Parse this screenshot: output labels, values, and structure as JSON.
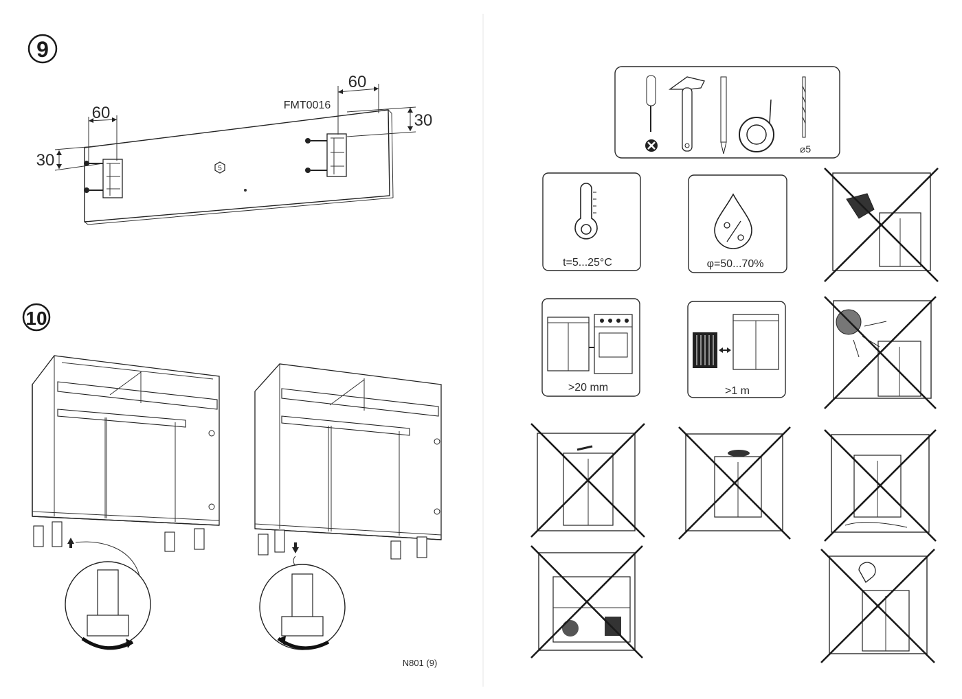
{
  "step9": {
    "number": "9",
    "part_code": "FMT0016",
    "dim_left_width": "60",
    "dim_right_width": "60",
    "dim_left_height": "30",
    "dim_right_height": "30",
    "center_marker": "5"
  },
  "step10": {
    "number": "10"
  },
  "footer": {
    "code": "N801 (9)"
  },
  "tools": {
    "drill_size": "⌀5"
  },
  "conditions": {
    "temperature": "t=5...25°C",
    "humidity": "φ=50...70%",
    "stove_distance": ">20 mm",
    "heater_distance": ">1 m"
  }
}
